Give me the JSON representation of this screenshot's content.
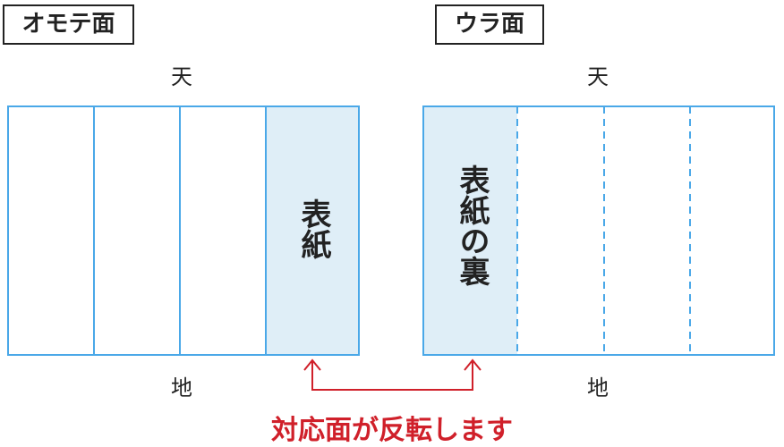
{
  "front": {
    "label": "オモテ面",
    "top": "天",
    "bottom": "地",
    "cover": "表紙"
  },
  "back": {
    "label": "ウラ面",
    "top": "天",
    "bottom": "地",
    "cover": "表紙の裏"
  },
  "note": "対応面が反転します",
  "colors": {
    "line": "#4aa8e8",
    "fill": "#dfeef7",
    "accent": "#d0202a"
  }
}
